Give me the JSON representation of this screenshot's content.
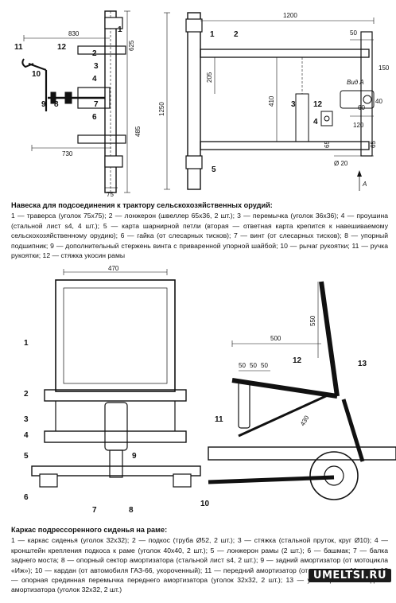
{
  "figure_1": {
    "dims": {
      "d830": "830",
      "d625": "625",
      "d1200": "1200",
      "d50": "50",
      "d150": "150",
      "d205": "205",
      "d1250": "1250",
      "d410": "410",
      "d485": "485",
      "d60": "60",
      "d40": "40",
      "d120": "120",
      "d65a": "65",
      "d65b": "65",
      "d730": "730",
      "d75": "75",
      "d20": "Ø 20"
    },
    "labels": {
      "l1a": "1",
      "l2a": "2",
      "l2b": "2",
      "l3a": "3",
      "l3b": "3",
      "l4a": "4",
      "l4b": "4",
      "l5a": "5",
      "l6a": "6",
      "l7a": "7",
      "l8a": "8",
      "l9a": "9",
      "l10a": "10",
      "l11a": "11",
      "l12a": "12",
      "l12b": "12",
      "l1b": "1"
    },
    "view_label": "Вид А",
    "arrow_label": "А"
  },
  "caption_1": {
    "title": "Навеска для подсоединения к трактору сельскохозяйственных орудий:",
    "body": "1 — траверса (уголок 75х75); 2 — лонжерон (швеллер 65х36, 2 шт.); 3 — перемычка (уголок 36х36); 4 — проушина (стальной лист s4, 4 шт.); 5 — карта шарнирной петли (вторая — ответная карта крепится к навешиваемому сельскохозяйственному орудию); 6 — гайка (от слесарных тисков); 7 — винт (от слесарных тисков); 8 — упорный подшипник; 9 — дополнительный стержень винта с приваренной упорной шайбой; 10 — рычаг рукоятки; 11 — ручка рукоятки; 12 — стяжка укосин рамы"
  },
  "figure_2": {
    "dims": {
      "d470": "470",
      "d500": "500",
      "d550": "550",
      "d50a": "50",
      "d50b": "50",
      "d50c": "50",
      "d430": "430"
    },
    "labels": {
      "m1": "1",
      "m2": "2",
      "m3": "3",
      "m4": "4",
      "m5": "5",
      "m6": "6",
      "m7": "7",
      "m8": "8",
      "m9": "9",
      "m10": "10",
      "m11": "11",
      "m12": "12",
      "m13": "13"
    }
  },
  "caption_2": {
    "title": "Каркас подрессоренного сиденья на раме:",
    "body": "1 — каркас сиденья (уголок 32х32); 2 — подкос (труба Ø52, 2 шт.); 3 — стяжка (стальной пруток, круг Ø10); 4 — кронштейн крепления подкоса к раме (уголок 40х40, 2 шт.); 5 — лонжерон рамы (2 шт.); 6 — башмак; 7 — балка заднего моста; 8 — опорный сектор амортизатора (стальной лист s4, 2 шт.); 9 — задний амортизатор (от мотоцикла «Иж»); 10 — кардан (от автомобиля ГАЗ-66, укороченный); 11 — передний амортизатор (от мотоцикла «Минск»); 12 — опорная срединная перемычка переднего амортизатора (уголок 32х32, 2 шт.); 13 — ушки крепления заднего амортизатора (уголок 32х32, 2 шт.)"
  },
  "watermark": "UMELTSI.RU"
}
